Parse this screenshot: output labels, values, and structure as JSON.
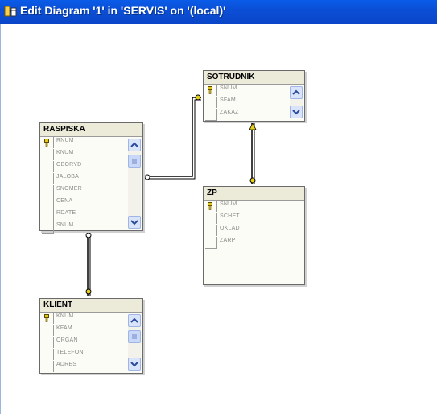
{
  "window": {
    "title": "Edit Diagram '1' in 'SERVIS' on '(local)'"
  },
  "colors": {
    "titlebar": "#0a54e0",
    "key": "#e3c41a",
    "relation_end": "#e6d21a",
    "table_head": "#ecebd9"
  },
  "tables": {
    "sotrudnik": {
      "name": "SOTRUDNIK",
      "columns": [
        "SNUM",
        "SFAM",
        "ZAKAZ"
      ]
    },
    "raspiska": {
      "name": "RASPISKA",
      "columns": [
        "RNUM",
        "KNUM",
        "OBORYD",
        "JALOBA",
        "SNOMER",
        "CENA",
        "RDATE",
        "SNUM"
      ]
    },
    "zp": {
      "name": "ZP",
      "columns": [
        "SNUM",
        "SCHET",
        "OKLAD",
        "ZARP"
      ]
    },
    "klient": {
      "name": "KLIENT",
      "columns": [
        "KNUM",
        "KFAM",
        "ORGAN",
        "TELEFON",
        "ADRES"
      ]
    }
  }
}
